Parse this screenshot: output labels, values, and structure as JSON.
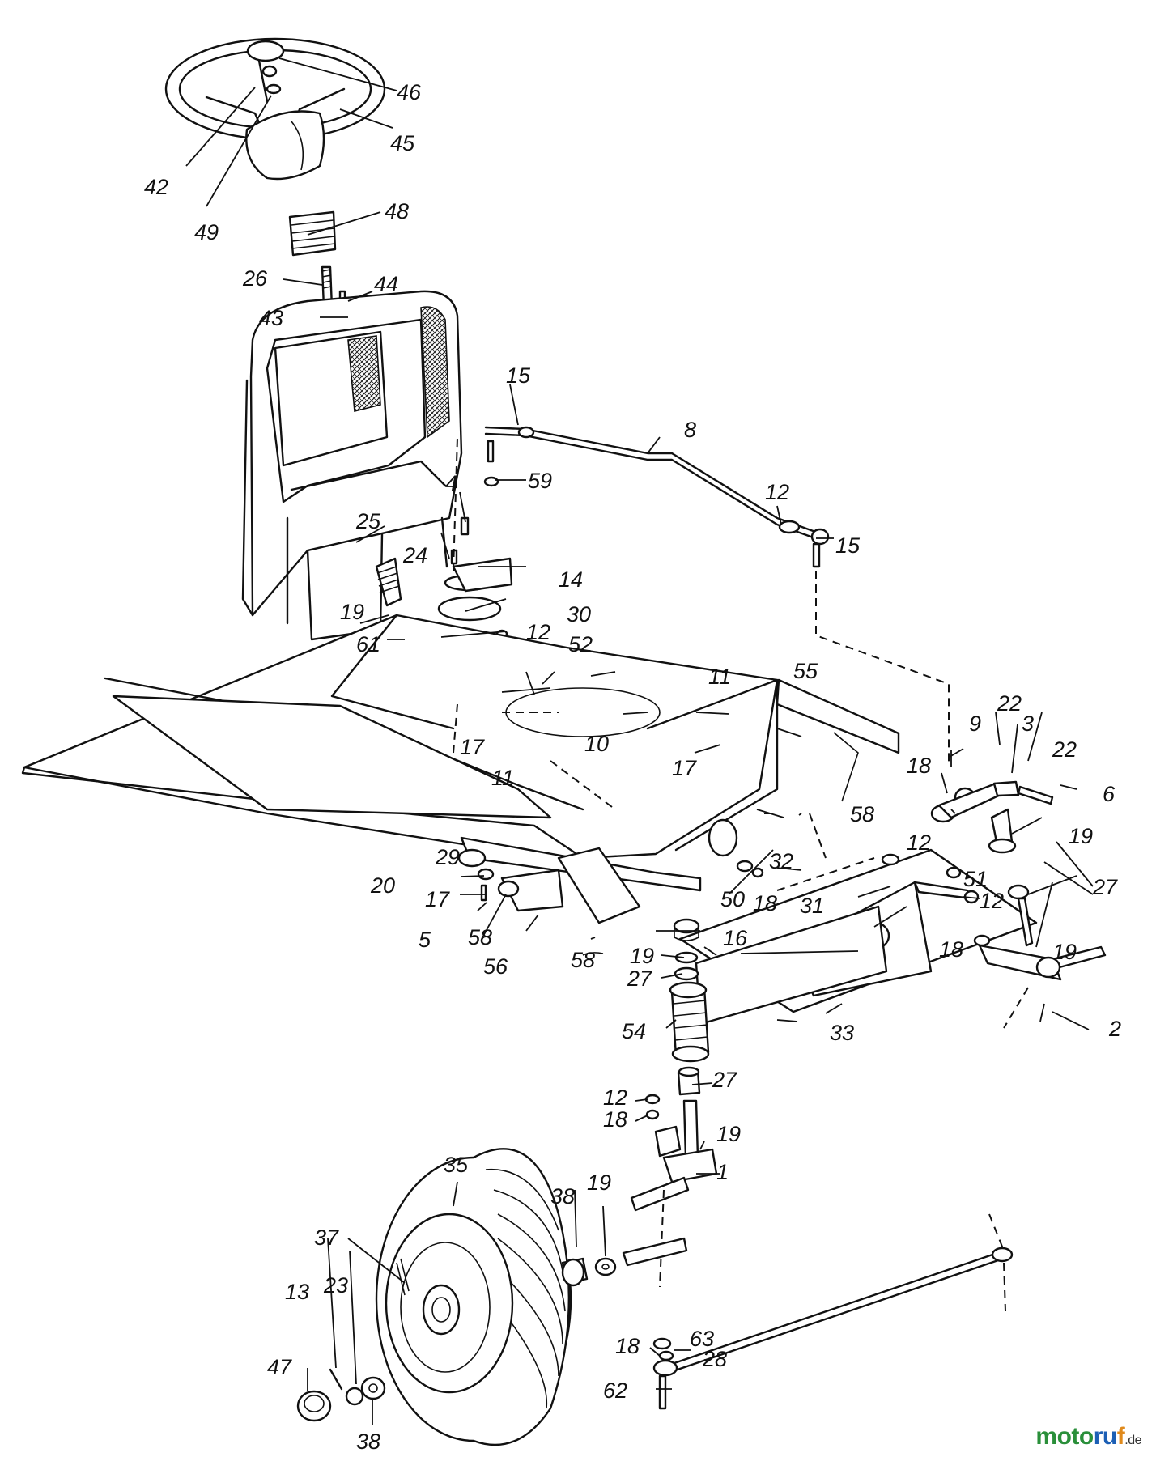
{
  "watermark": {
    "part1": "moto",
    "part2": "ru",
    "part3": "f",
    "part4": ".de"
  },
  "labels": [
    {
      "id": "46",
      "text": "46"
    },
    {
      "id": "45",
      "text": "45"
    },
    {
      "id": "42",
      "text": "42"
    },
    {
      "id": "49",
      "text": "49"
    },
    {
      "id": "48",
      "text": "48"
    },
    {
      "id": "26",
      "text": "26"
    },
    {
      "id": "44",
      "text": "44"
    },
    {
      "id": "43",
      "text": "43"
    },
    {
      "id": "15a",
      "text": "15"
    },
    {
      "id": "8",
      "text": "8"
    },
    {
      "id": "59",
      "text": "59"
    },
    {
      "id": "12a",
      "text": "12"
    },
    {
      "id": "15b",
      "text": "15"
    },
    {
      "id": "4",
      "text": "4"
    },
    {
      "id": "25",
      "text": "25"
    },
    {
      "id": "24",
      "text": "24"
    },
    {
      "id": "14",
      "text": "14"
    },
    {
      "id": "30",
      "text": "30"
    },
    {
      "id": "19a",
      "text": "19"
    },
    {
      "id": "12b",
      "text": "12"
    },
    {
      "id": "61",
      "text": "61"
    },
    {
      "id": "55",
      "text": "55"
    },
    {
      "id": "52",
      "text": "52"
    },
    {
      "id": "11a",
      "text": "11"
    },
    {
      "id": "10",
      "text": "10"
    },
    {
      "id": "17a",
      "text": "17"
    },
    {
      "id": "11b",
      "text": "11"
    },
    {
      "id": "17b",
      "text": "17"
    },
    {
      "id": "22a",
      "text": "22"
    },
    {
      "id": "9",
      "text": "9"
    },
    {
      "id": "3",
      "text": "3"
    },
    {
      "id": "22b",
      "text": "22"
    },
    {
      "id": "18a",
      "text": "18"
    },
    {
      "id": "6",
      "text": "6"
    },
    {
      "id": "58a",
      "text": "58"
    },
    {
      "id": "19b",
      "text": "19"
    },
    {
      "id": "12c",
      "text": "12"
    },
    {
      "id": "32",
      "text": "32"
    },
    {
      "id": "27a",
      "text": "27"
    },
    {
      "id": "29",
      "text": "29"
    },
    {
      "id": "20",
      "text": "20"
    },
    {
      "id": "17c",
      "text": "17"
    },
    {
      "id": "5",
      "text": "5"
    },
    {
      "id": "58b",
      "text": "58"
    },
    {
      "id": "56",
      "text": "56"
    },
    {
      "id": "58c",
      "text": "58"
    },
    {
      "id": "50",
      "text": "50"
    },
    {
      "id": "18b",
      "text": "18"
    },
    {
      "id": "31",
      "text": "31"
    },
    {
      "id": "51",
      "text": "51"
    },
    {
      "id": "12d",
      "text": "12"
    },
    {
      "id": "19c",
      "text": "19"
    },
    {
      "id": "16",
      "text": "16"
    },
    {
      "id": "18c",
      "text": "18"
    },
    {
      "id": "19d",
      "text": "19"
    },
    {
      "id": "27b",
      "text": "27"
    },
    {
      "id": "54",
      "text": "54"
    },
    {
      "id": "33",
      "text": "33"
    },
    {
      "id": "2",
      "text": "2"
    },
    {
      "id": "27c",
      "text": "27"
    },
    {
      "id": "12e",
      "text": "12"
    },
    {
      "id": "18d",
      "text": "18"
    },
    {
      "id": "19e",
      "text": "19"
    },
    {
      "id": "1",
      "text": "1"
    },
    {
      "id": "35",
      "text": "35"
    },
    {
      "id": "38a",
      "text": "38"
    },
    {
      "id": "19f",
      "text": "19"
    },
    {
      "id": "37",
      "text": "37"
    },
    {
      "id": "13",
      "text": "13"
    },
    {
      "id": "23",
      "text": "23"
    },
    {
      "id": "47",
      "text": "47"
    },
    {
      "id": "38b",
      "text": "38"
    },
    {
      "id": "18e",
      "text": "18"
    },
    {
      "id": "63",
      "text": "63"
    },
    {
      "id": "28",
      "text": "28"
    },
    {
      "id": "62",
      "text": "62"
    }
  ]
}
